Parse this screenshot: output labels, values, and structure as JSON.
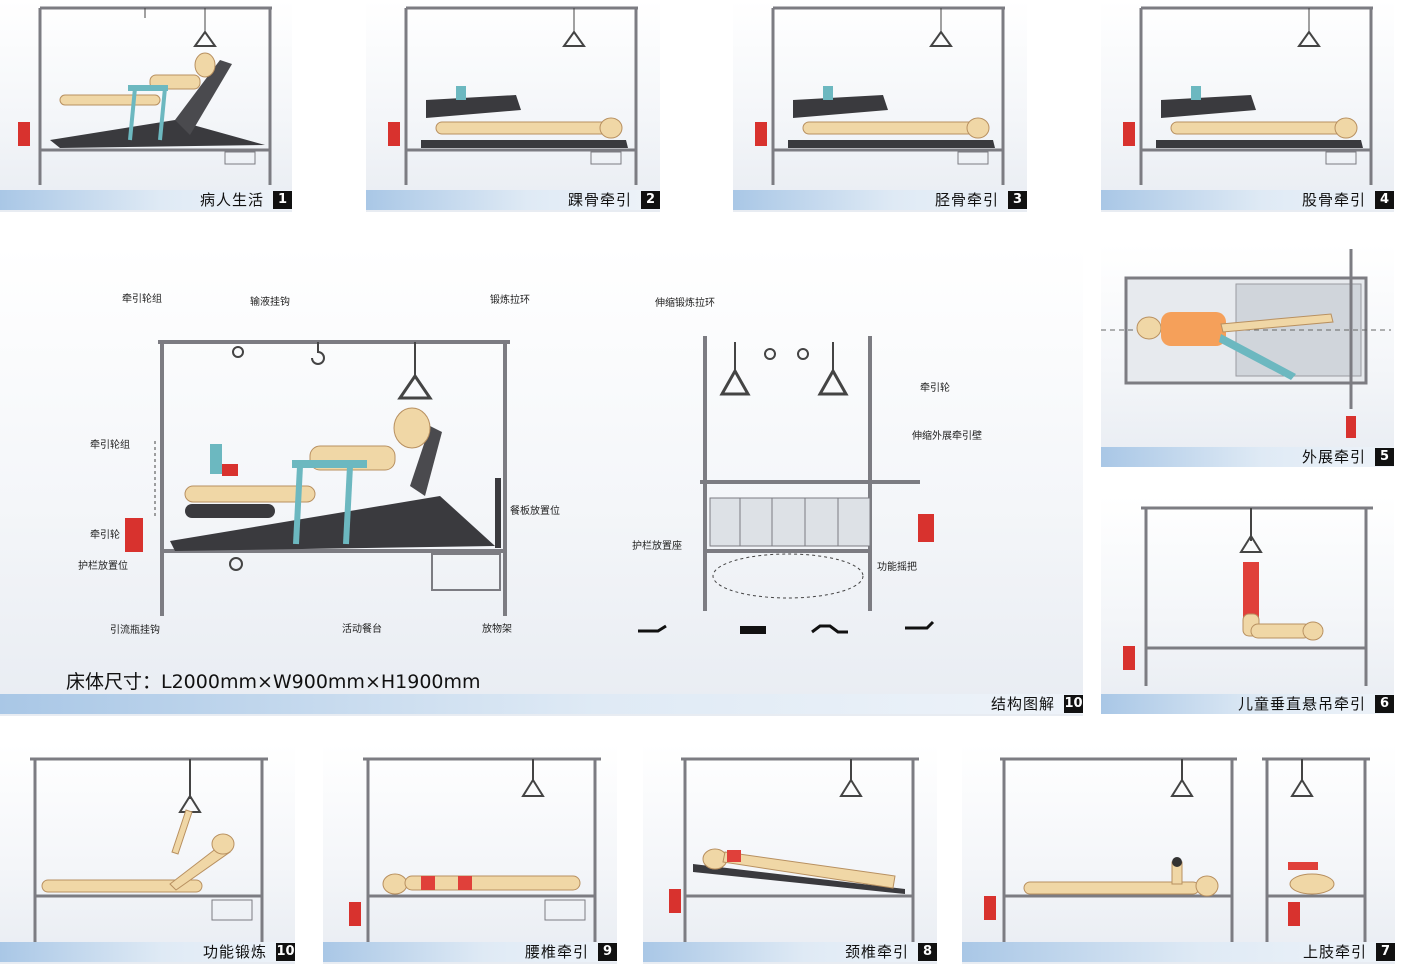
{
  "panels": [
    {
      "id": "p1",
      "title": "病人生活",
      "num": "1"
    },
    {
      "id": "p2",
      "title": "踝骨牵引",
      "num": "2"
    },
    {
      "id": "p3",
      "title": "胫骨牵引",
      "num": "3"
    },
    {
      "id": "p4",
      "title": "股骨牵引",
      "num": "4"
    },
    {
      "id": "p5",
      "title": "外展牵引",
      "num": "5"
    },
    {
      "id": "p6",
      "title": "儿童垂直悬吊牵引",
      "num": "6"
    },
    {
      "id": "p7",
      "title": "上肢牵引",
      "num": "7"
    },
    {
      "id": "p8",
      "title": "颈椎牵引",
      "num": "8"
    },
    {
      "id": "p9",
      "title": "腰椎牵引",
      "num": "9"
    },
    {
      "id": "p10",
      "title": "结构图解",
      "num": "10"
    },
    {
      "id": "p11",
      "title": "功能锻炼",
      "num": "10"
    }
  ],
  "structure": {
    "callouts": {
      "traction_wheel_group_top": "牵引轮组",
      "infusion_hook": "输液挂钩",
      "exercise_ring": "锻炼拉环",
      "traction_wheel_group_side": "牵引轮组",
      "traction_pulley": "牵引轮",
      "guardrail_position": "护栏放置位",
      "drainage_hook": "引流瓶挂钩",
      "movable_table": "活动餐台",
      "storage_rack": "放物架",
      "table_position": "餐板放置位",
      "telescopic_ring": "伸缩锻炼拉环",
      "traction_pulley_right": "牵引轮",
      "telescopic_wall": "伸缩外展牵引壁",
      "guardrail_seat": "护栏放置座",
      "function_crank": "功能摇把"
    },
    "dimensions": "床体尺寸：L2000mm×W900mm×H1900mm"
  },
  "colors": {
    "frame": "#7c7c82",
    "mattress": "#3a3a3e",
    "figure": "#f0d7a6",
    "weight": "#d8322e",
    "teal": "#6cb8c0",
    "caption_blue": "#a9c7e6"
  }
}
